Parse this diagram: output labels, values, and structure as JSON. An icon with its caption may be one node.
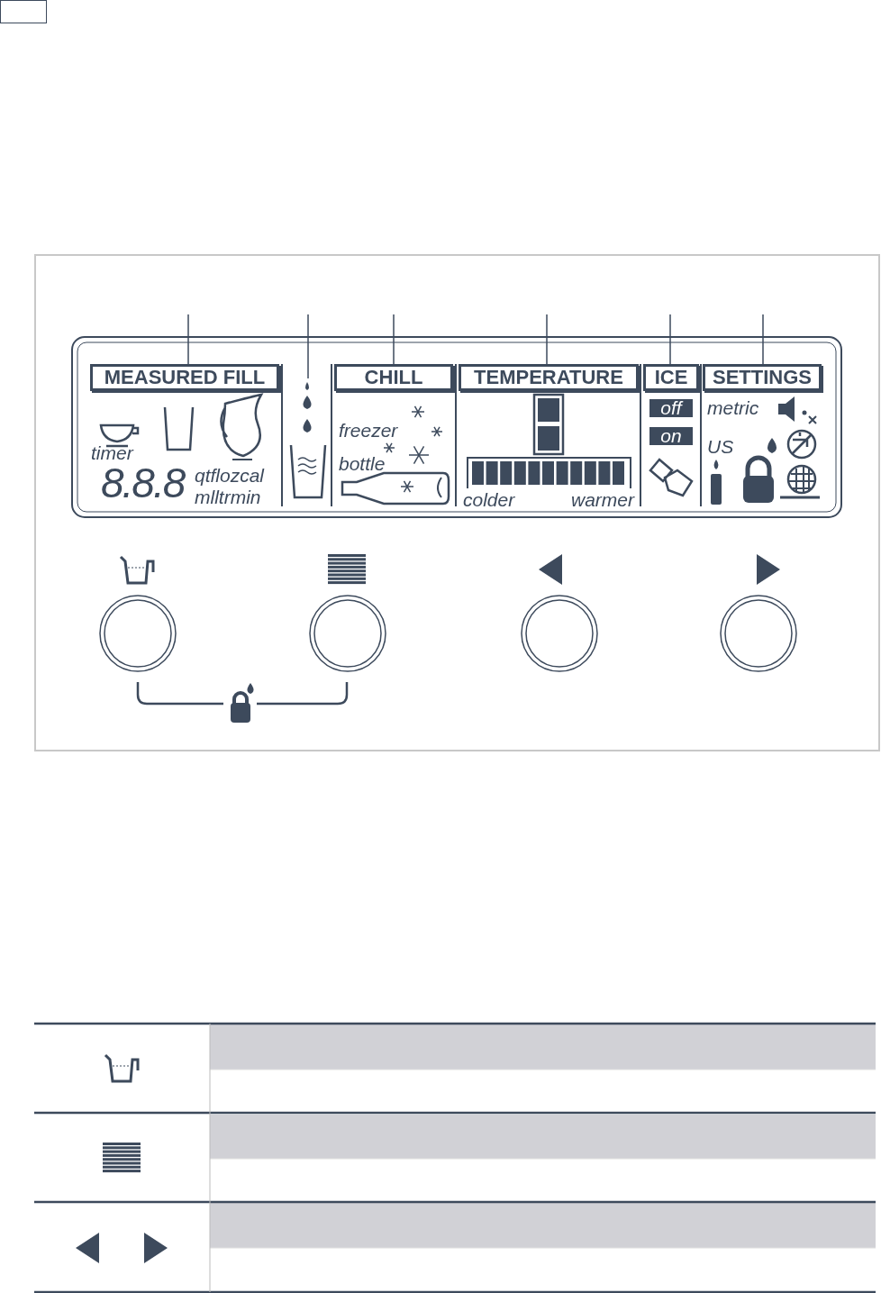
{
  "diagram": {
    "nodes": [
      {
        "text": [
          "MEASURED FILL"
        ]
      },
      {
        "text": [],
        "shape": "picture"
      },
      {
        "text": [
          "CHILL"
        ]
      },
      {
        "text": [
          "TEMPERATURE"
        ]
      },
      {
        "text": [
          "ICE"
        ]
      },
      {
        "text": [
          "SETTINGS"
        ]
      }
    ],
    "edges": [
      {
        "from": null,
        "to": 0,
        "arrow": "none"
      },
      {
        "from": null,
        "to": 1,
        "arrow": "none"
      },
      {
        "from": null,
        "to": 2,
        "arrow": "none"
      },
      {
        "from": null,
        "to": 3,
        "arrow": "none"
      },
      {
        "from": null,
        "to": 4,
        "arrow": "none"
      },
      {
        "from": null,
        "to": 5,
        "arrow": "none"
      }
    ],
    "labels": [
      "timer",
      "8.8.8",
      "qtflozcal",
      "mlltrmin",
      "freezer",
      "bottle",
      "colder",
      "warmer",
      "off",
      "on",
      "metric",
      "US"
    ]
  }
}
